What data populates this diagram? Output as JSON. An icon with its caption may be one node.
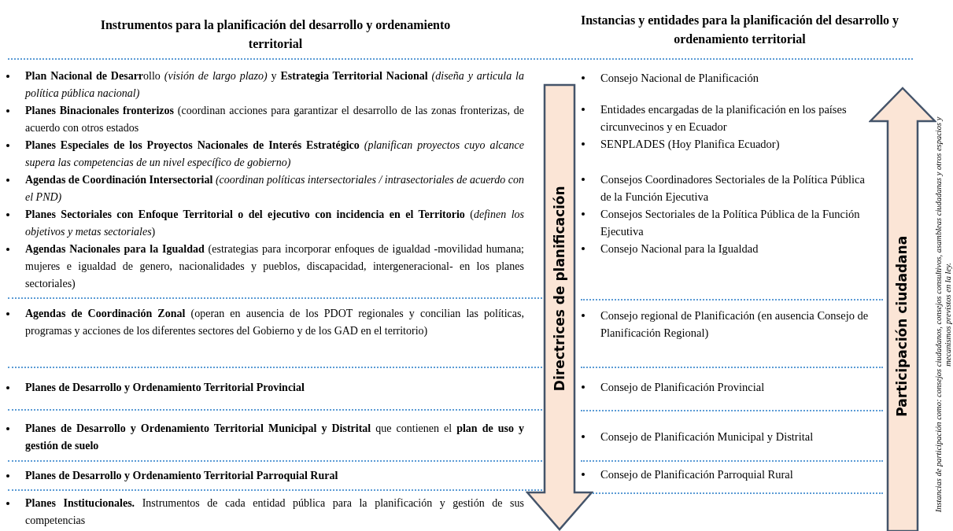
{
  "diagram": {
    "nodes": [
      {
        "text": [
          "Directrices de planificación"
        ]
      },
      {
        "text": [
          "Participación ciudadana"
        ]
      }
    ],
    "edges": [],
    "labels": [
      "Instrumentos para la planificación del desarrollo y ordenamiento territorial",
      "Instancias y entidades para la planificación del desarrollo y ordenamiento territorial",
      "**Plan Nacional de Desarr**ollo *(visión de largo plazo)* y **Estrategia Territorial Nacional** *(diseña y articula la política pública nacional)*",
      "**Planes Binacionales fronterizos** (coordinan acciones para garantizar el desarrollo de las zonas fronterizas, de acuerdo con otros estados",
      "**Planes Especiales de los Proyectos Nacionales de Interés Estratégico** *(planifican proyectos cuyo alcance supera las competencias de un nivel específico de gobierno)*",
      "**Agendas de Coordinación Intersectorial** *(coordinan políticas intersectoriales / intrasectoriales de acuerdo con el PND)*",
      "**Planes Sectoriales con Enfoque Territorial o del ejecutivo con incidencia en el Territorio** (*definen los objetivos y metas sectoriales*)",
      "**Agendas Nacionales para la Igualdad** (estrategias para incorporar enfoques de igualdad -movilidad humana; mujeres e igualdad de genero, nacionalidades y pueblos, discapacidad, intergeneracional- en los planes sectoriales)",
      "**Agendas de Coordinación Zonal** (operan en ausencia de los PDOT regionales y concilian las políticas, programas y acciones de los diferentes sectores del Gobierno y de los GAD en el territorio)",
      "**Planes de Desarrollo y Ordenamiento Territorial Provincial**",
      "**Planes de Desarrollo y Ordenamiento Territorial Municipal y Distrital** que contienen el **plan de uso y gestión de suelo**",
      "**Planes de Desarrollo y Ordenamiento Territorial Parroquial Rural**",
      "**Planes Institucionales.** Instrumentos de cada entidad pública para la planificación y gestión de sus competencias",
      "Consejo Nacional de Planificación",
      "Entidades encargadas de la planificación en los países circunvecinos y en Ecuador",
      "SENPLADES (Hoy Planifica Ecuador)",
      "Consejos Coordinadores Sectoriales de la Política Pública de la Función Ejecutiva",
      "Consejos Sectoriales de la Política Pública de la Función Ejecutiva",
      "Consejo Nacional para la Igualdad",
      "Consejo regional de Planificación (en ausencia Consejo de Planificación Regional)",
      "Consejo de Planificación Provincial",
      "Consejo de Planificación Municipal y Distrital",
      "Consejo de Planificación Parroquial Rural",
      "Instancias de participación como: consejos ciudadanos, consejos consultivos, asambleas ciudadanas y otros espacios y mecanismos previstos en la ley."
    ]
  }
}
